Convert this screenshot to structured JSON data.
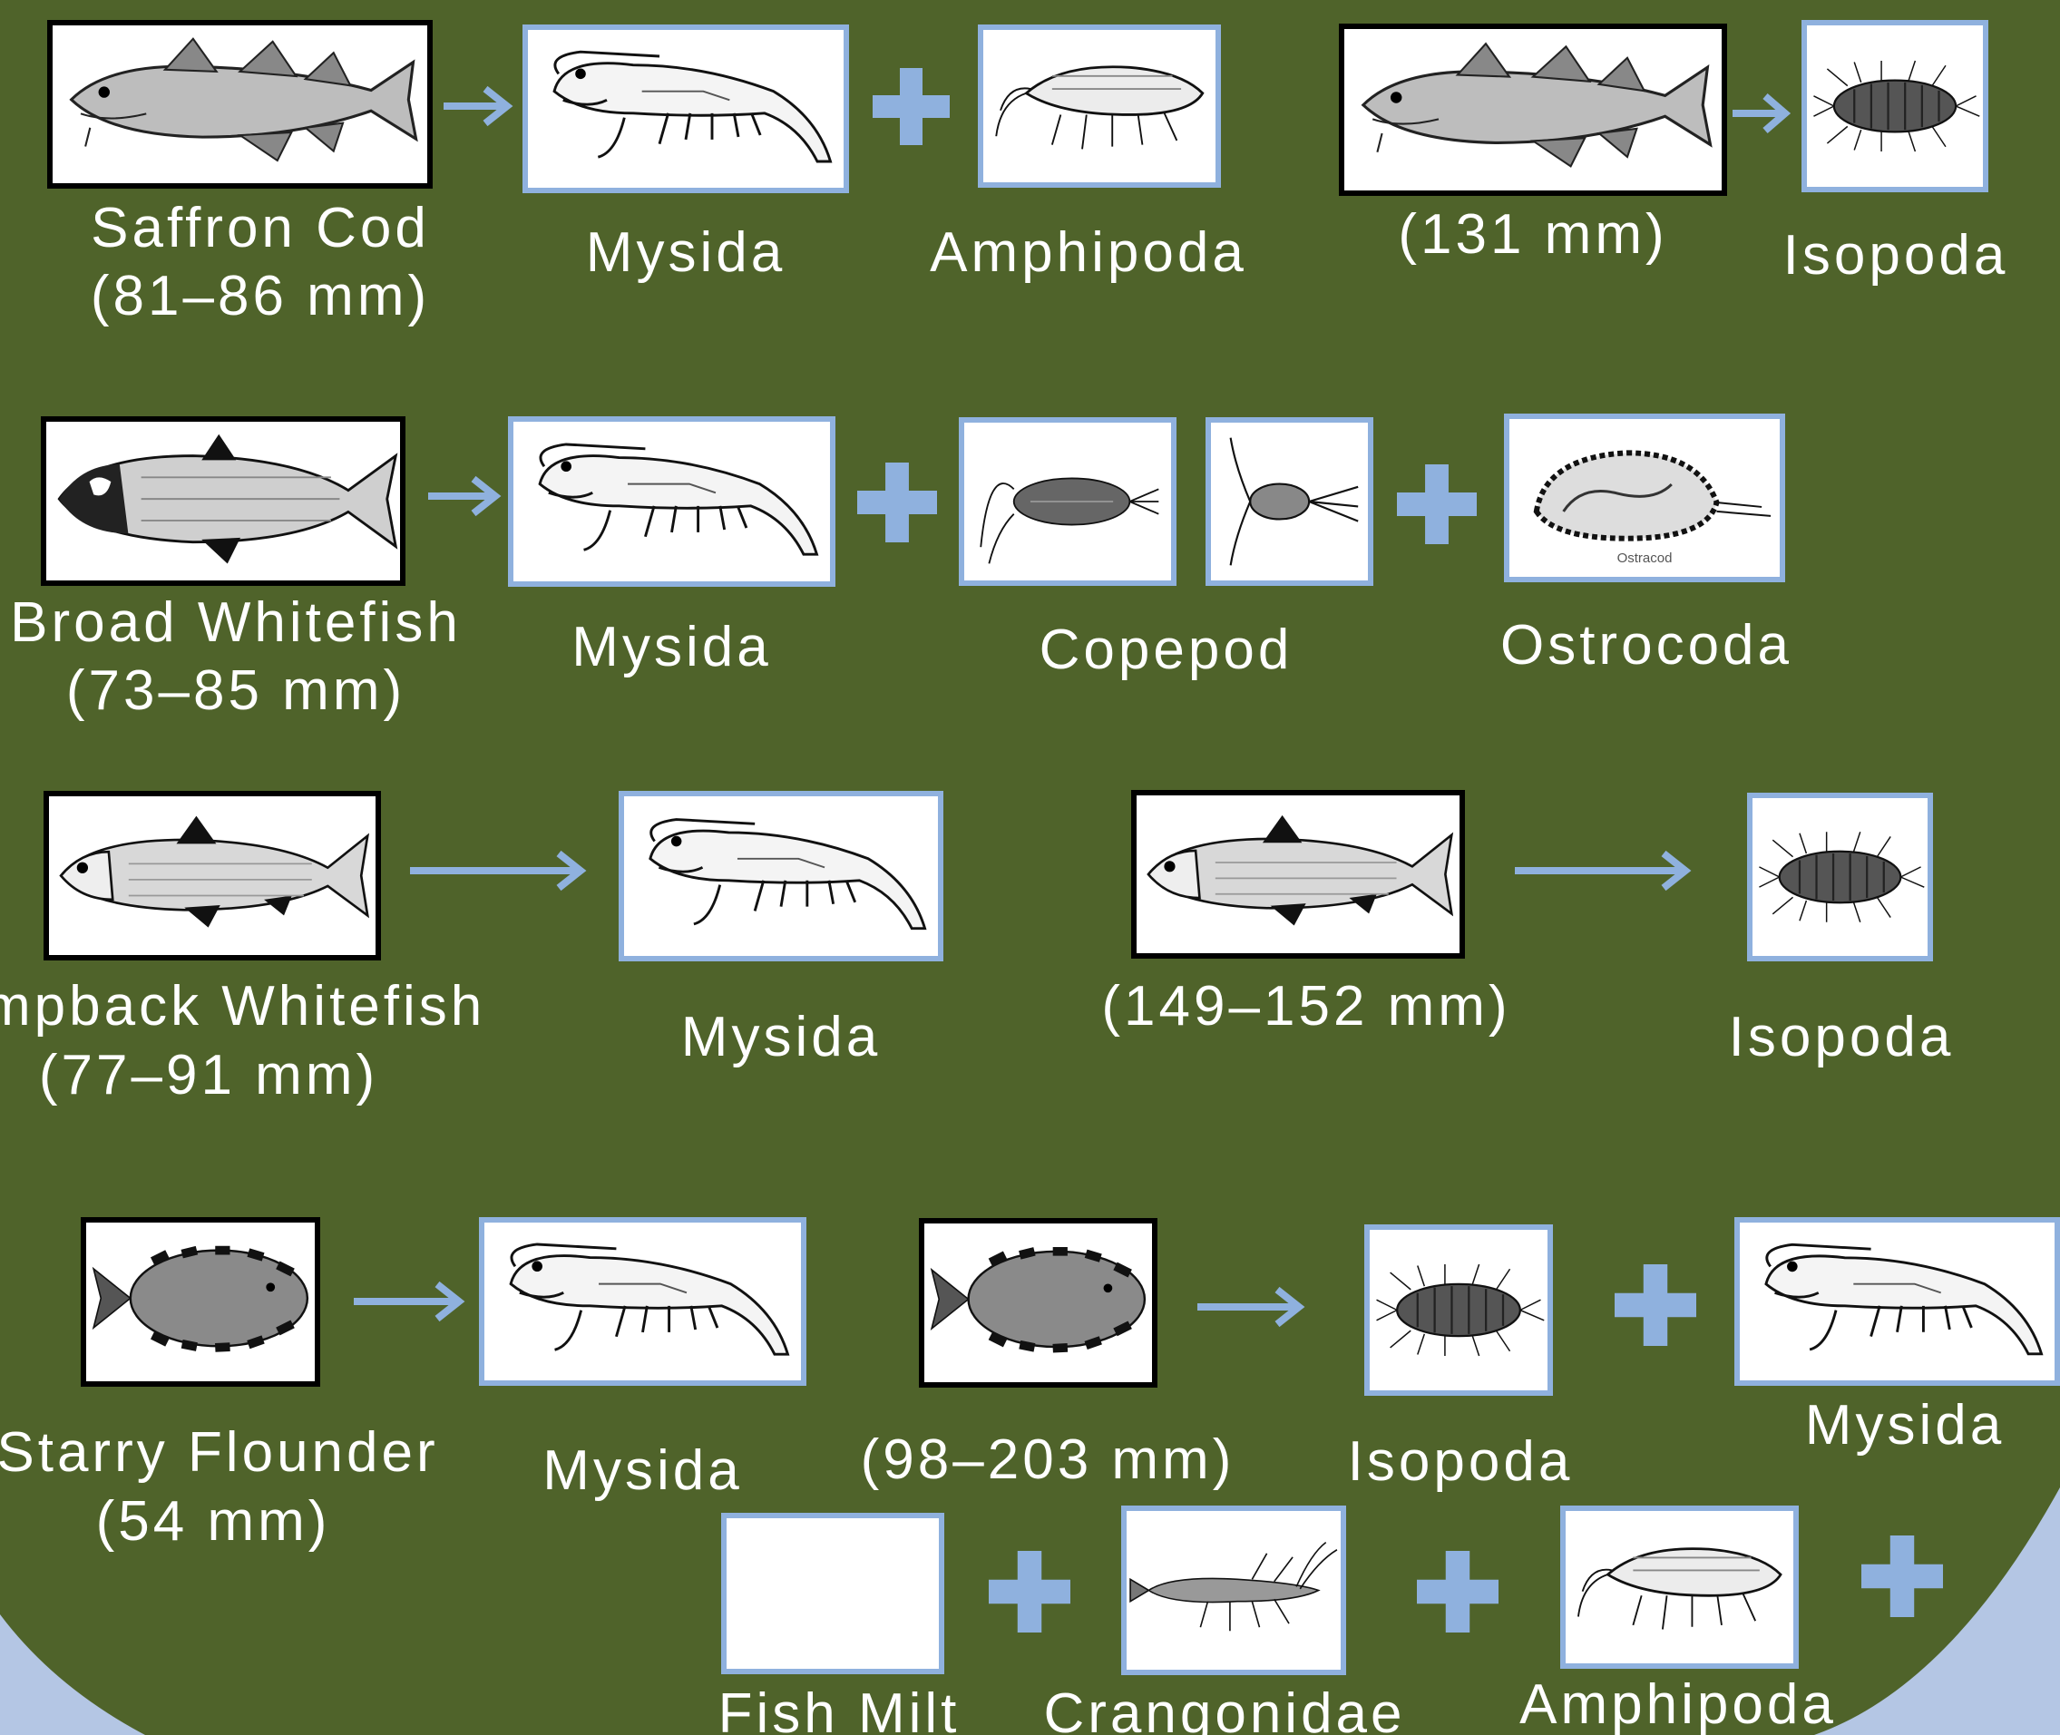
{
  "colors": {
    "background": "#4f632a",
    "prey_border": "#8fb1de",
    "fish_border": "#000000",
    "accent": "#8fb1de",
    "text": "#ffffff",
    "corner_curve": "#b4c6e4"
  },
  "icons": {
    "arrow": "right-arrow-icon",
    "plus": "plus-icon"
  },
  "rows": [
    {
      "predator": "Saffron Cod",
      "small_size": "(81–86 mm)",
      "small_prey": [
        "Mysida",
        "Amphipoda"
      ],
      "large_size": "(131 mm)",
      "large_prey": [
        "Isopoda"
      ]
    },
    {
      "predator": "Broad Whitefish",
      "small_size": "(73–85 mm)",
      "small_prey": [
        "Mysida",
        "Copepod",
        "Ostrocoda"
      ],
      "ostracod_caption": "Ostracod"
    },
    {
      "predator": "Humpback Whitefish",
      "small_size": "(77–91 mm)",
      "small_prey": [
        "Mysida"
      ],
      "large_size": "(149–152 mm)",
      "large_prey": [
        "Isopoda"
      ]
    },
    {
      "predator": "Starry Flounder",
      "small_size": "(54 mm)",
      "small_prey": [
        "Mysida"
      ],
      "large_size": "(98–203 mm)",
      "large_prey": [
        "Isopoda",
        "Mysida",
        "Fish Milt",
        "Crangonidae",
        "Amphipoda"
      ]
    }
  ]
}
